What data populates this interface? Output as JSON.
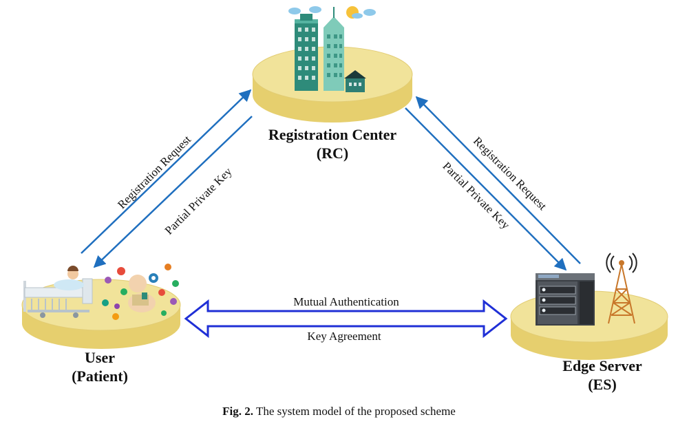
{
  "nodes": {
    "rc": {
      "line1": "Registration Center",
      "line2": "(RC)"
    },
    "user": {
      "line1": "User",
      "line2": "(Patient)"
    },
    "es": {
      "line1": "Edge Server",
      "line2": "(ES)"
    }
  },
  "edges": {
    "user_rc_request": "Registration Request",
    "rc_user_key": "Partial Private Key",
    "es_rc_request": "Registration Request",
    "rc_es_key": "Partial Private Key",
    "mutual_auth": "Mutual Authentication",
    "key_agreement": "Key Agreement"
  },
  "caption": {
    "prefix": "Fig. 2.",
    "text": "The system model of the proposed scheme"
  },
  "colors": {
    "platform_top": "#f1e39a",
    "platform_side": "#e6cf6e",
    "arrow_blue": "#1f6fbf",
    "double_arrow": "#1f2fd6",
    "building": "#2e8b7a"
  }
}
